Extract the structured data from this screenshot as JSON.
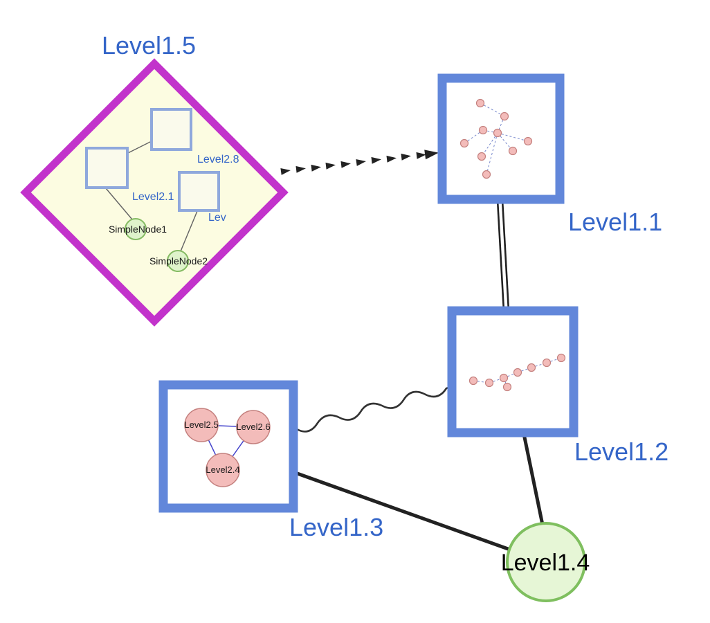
{
  "colors": {
    "label-blue": "#3465c8",
    "group-border-blue": "#6287da",
    "diamond-magenta": "#c233cb",
    "diamond-fill": "#fcfce1",
    "inner-square-stroke": "#8fa8dc",
    "inner-square-fill": "#fafaec",
    "green-node-fill": "#dff3cb",
    "green-node-stroke": "#85bb63",
    "big-green-fill": "#e6f6d6",
    "big-green-stroke": "#7fbf5f",
    "pink-node-fill": "#f3bcba",
    "pink-node-stroke": "#c4807e",
    "edge-black": "#222222",
    "dashed-edge-blue": "#7788cc",
    "triangle-edge-blue": "#4444cc"
  },
  "groups": {
    "level15": {
      "label": "Level1.5",
      "shape": "diamond",
      "children": {
        "square_top": "Level2.8",
        "square_left": "Level2.1",
        "square_right": "Lev",
        "green1": "SimpleNode1",
        "green2": "SimpleNode2"
      }
    },
    "level11": {
      "label": "Level1.1",
      "shape": "square"
    },
    "level12": {
      "label": "Level1.2",
      "shape": "square"
    },
    "level13": {
      "label": "Level1.3",
      "shape": "square",
      "children": {
        "left": "Level2.5",
        "right": "Level2.6",
        "bottom": "Level2.4"
      }
    },
    "level14": {
      "label": "Level1.4",
      "shape": "circle"
    }
  },
  "edges": [
    {
      "from": "Level1.5",
      "to": "Level1.1",
      "style": "thick-dashed-arrow"
    },
    {
      "from": "Level1.1",
      "to": "Level1.2",
      "style": "double-line"
    },
    {
      "from": "Level1.3",
      "to": "Level1.2",
      "style": "wavy"
    },
    {
      "from": "Level1.3",
      "to": "Level1.4",
      "style": "solid"
    },
    {
      "from": "Level1.2",
      "to": "Level1.4",
      "style": "solid"
    }
  ]
}
